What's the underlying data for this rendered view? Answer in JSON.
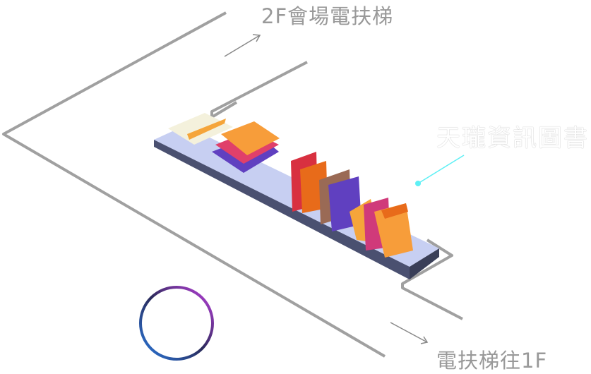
{
  "labels": {
    "escalator_2f": "2F會場電扶梯",
    "escalator_1f": "電扶梯往1F",
    "store": "天瓏資訊圖書"
  },
  "colors": {
    "path": "#9a9a9a",
    "pointer": "#5ef0f5",
    "shelf": "#c5cdf0",
    "shelf_edge": "#4a5070"
  }
}
